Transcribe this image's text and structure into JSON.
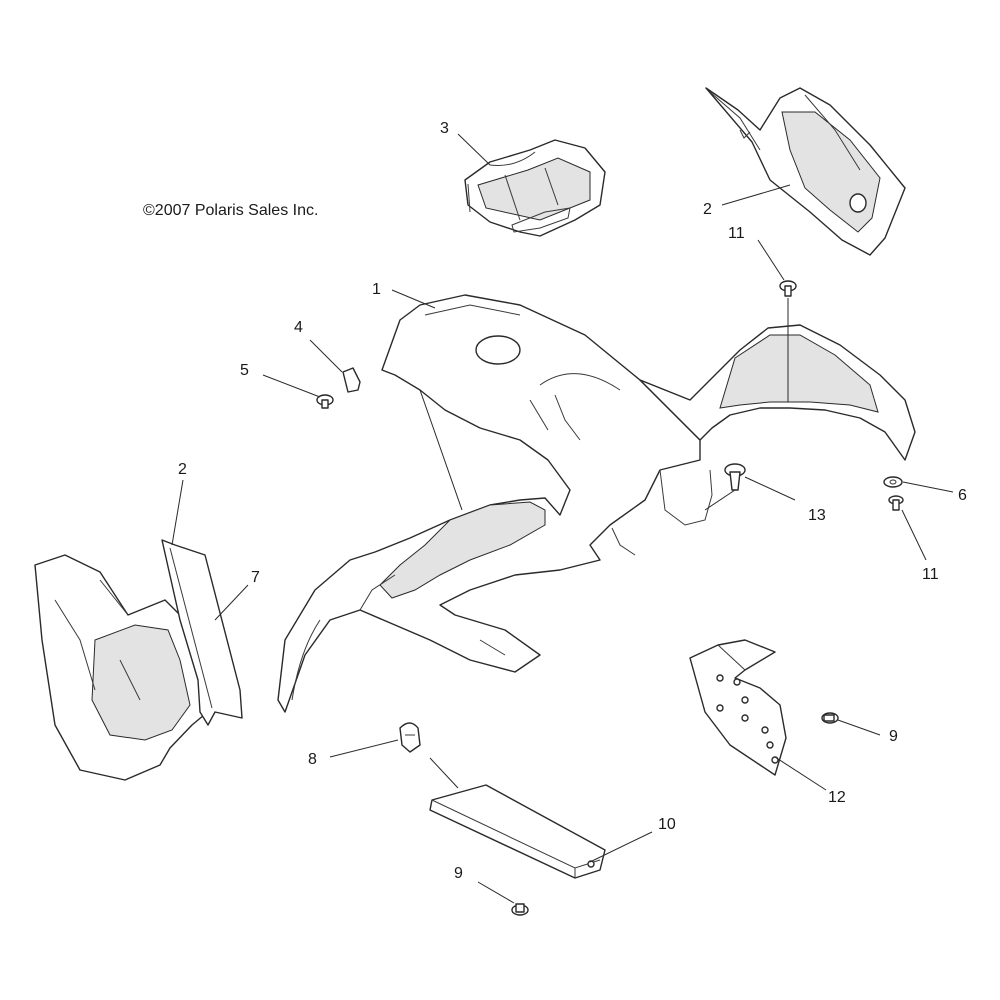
{
  "copyright": "©2007 Polaris Sales Inc.",
  "callouts": {
    "c1": "1",
    "c2a": "2",
    "c2b": "2",
    "c3": "3",
    "c4": "4",
    "c5": "5",
    "c6": "6",
    "c7": "7",
    "c8": "8",
    "c9a": "9",
    "c9b": "9",
    "c10": "10",
    "c11a": "11",
    "c11b": "11",
    "c12": "12",
    "c13": "13"
  }
}
